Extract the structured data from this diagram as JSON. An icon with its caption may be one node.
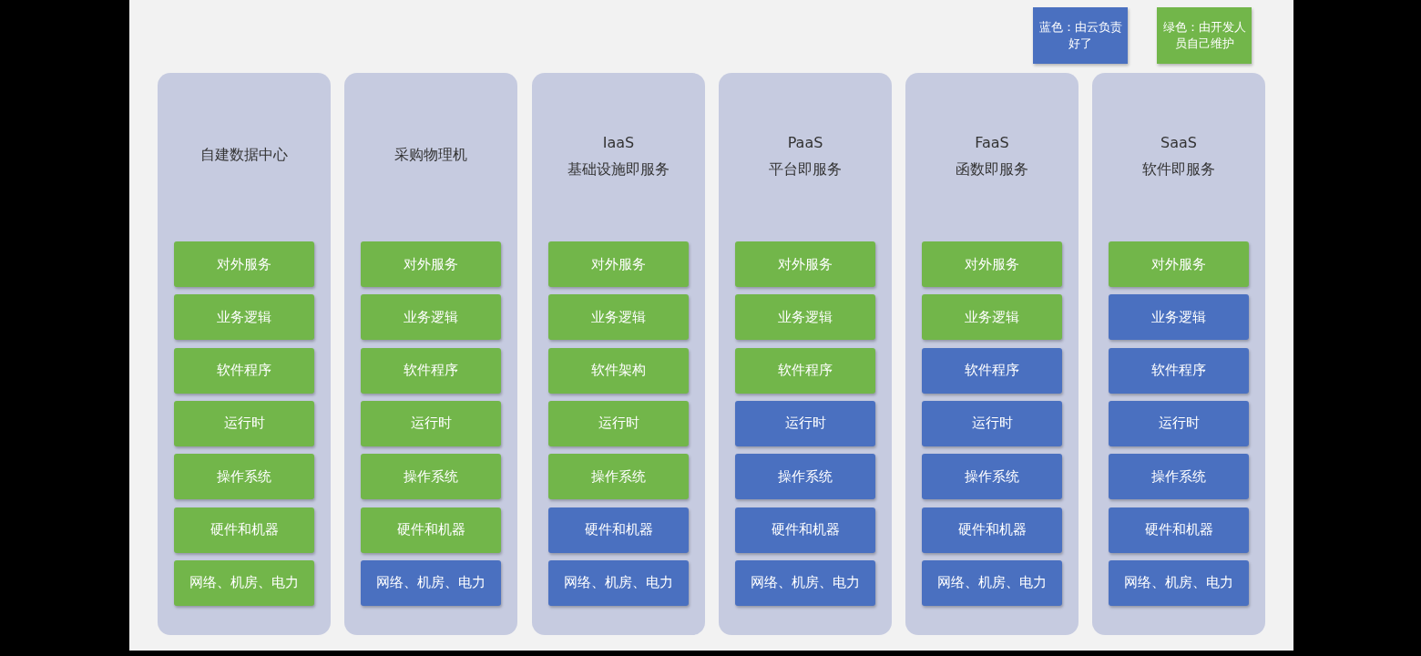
{
  "diagram": {
    "nodes": [
      {
        "text": [
          "自建数据中心"
        ]
      },
      {
        "text": [
          "对外服务"
        ],
        "in": 0
      },
      {
        "text": [
          "业务逻辑"
        ],
        "in": 0
      },
      {
        "text": [
          "软件程序"
        ],
        "in": 0
      },
      {
        "text": [
          "运行时"
        ],
        "in": 0
      },
      {
        "text": [
          "操作系统"
        ],
        "in": 0
      },
      {
        "text": [
          "硬件和机器"
        ],
        "in": 0
      },
      {
        "text": [
          "网络、机房、电力"
        ],
        "in": 0
      },
      {
        "text": [
          "采购物理机"
        ]
      },
      {
        "text": [
          "对外服务"
        ],
        "in": 8
      },
      {
        "text": [
          "业务逻辑"
        ],
        "in": 8
      },
      {
        "text": [
          "软件程序"
        ],
        "in": 8
      },
      {
        "text": [
          "运行时"
        ],
        "in": 8
      },
      {
        "text": [
          "操作系统"
        ],
        "in": 8
      },
      {
        "text": [
          "硬件和机器"
        ],
        "in": 8
      },
      {
        "text": [
          "网络、机房、电力"
        ],
        "in": 8
      },
      {
        "text": [
          "IaaS",
          "基础设施即服务"
        ]
      },
      {
        "text": [
          "对外服务"
        ],
        "in": 16
      },
      {
        "text": [
          "业务逻辑"
        ],
        "in": 16
      },
      {
        "text": [
          "软件架构"
        ],
        "in": 16
      },
      {
        "text": [
          "运行时"
        ],
        "in": 16
      },
      {
        "text": [
          "操作系统"
        ],
        "in": 16
      },
      {
        "text": [
          "硬件和机器"
        ],
        "in": 16
      },
      {
        "text": [
          "网络、机房、电力"
        ],
        "in": 16
      },
      {
        "text": [
          "PaaS",
          "平台即服务"
        ]
      },
      {
        "text": [
          "对外服务"
        ],
        "in": 24
      },
      {
        "text": [
          "业务逻辑"
        ],
        "in": 24
      },
      {
        "text": [
          "软件程序"
        ],
        "in": 24
      },
      {
        "text": [
          "运行时"
        ],
        "in": 24
      },
      {
        "text": [
          "操作系统"
        ],
        "in": 24
      },
      {
        "text": [
          "硬件和机器"
        ],
        "in": 24
      },
      {
        "text": [
          "网络、机房、电力"
        ],
        "in": 24
      },
      {
        "text": [
          "FaaS",
          "函数即服务"
        ]
      },
      {
        "text": [
          "对外服务"
        ],
        "in": 32
      },
      {
        "text": [
          "业务逻辑"
        ],
        "in": 32
      },
      {
        "text": [
          "软件程序"
        ],
        "in": 32
      },
      {
        "text": [
          "运行时"
        ],
        "in": 32
      },
      {
        "text": [
          "操作系统"
        ],
        "in": 32
      },
      {
        "text": [
          "硬件和机器"
        ],
        "in": 32
      },
      {
        "text": [
          "网络、机房、电力"
        ],
        "in": 32
      },
      {
        "text": [
          "SaaS",
          "软件即服务"
        ]
      },
      {
        "text": [
          "对外服务"
        ],
        "in": 40
      },
      {
        "text": [
          "业务逻辑"
        ],
        "in": 40
      },
      {
        "text": [
          "软件程序"
        ],
        "in": 40
      },
      {
        "text": [
          "运行时"
        ],
        "in": 40
      },
      {
        "text": [
          "操作系统"
        ],
        "in": 40
      },
      {
        "text": [
          "硬件和机器"
        ],
        "in": 40
      },
      {
        "text": [
          "网络、机房、电力"
        ],
        "in": 40
      }
    ],
    "legend": [
      {
        "text": "蓝色：由云负责好了",
        "color": "#4a70c0"
      },
      {
        "text": "绿色：由开发人员自己维护",
        "color": "#72b64a"
      }
    ]
  }
}
